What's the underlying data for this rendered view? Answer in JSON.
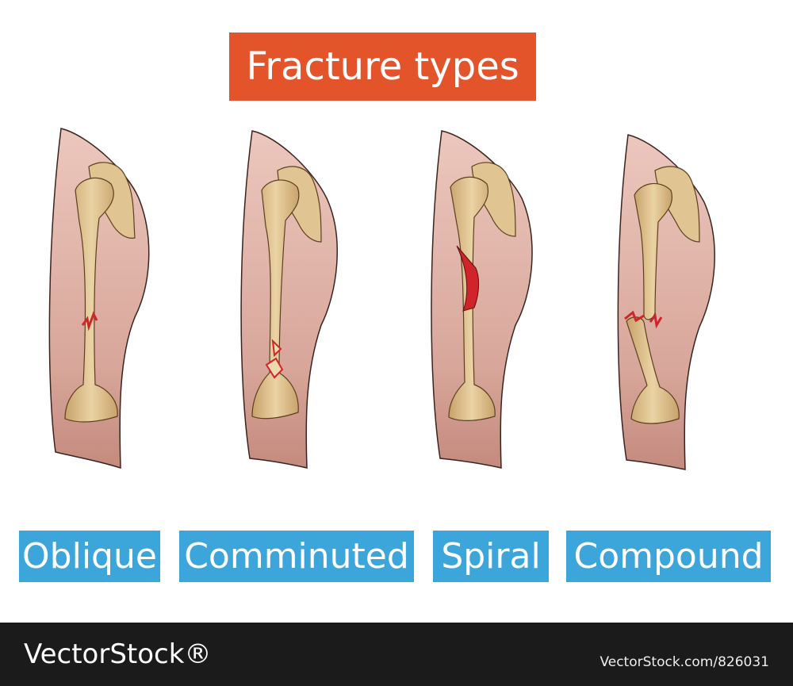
{
  "title": "Fracture types",
  "fracture_types": [
    {
      "label": "Oblique"
    },
    {
      "label": "Comminuted"
    },
    {
      "label": "Spiral"
    },
    {
      "label": "Compound"
    }
  ],
  "footer": {
    "brand": "VectorStock®",
    "stock_id": "VectorStock.com/826031"
  },
  "colors": {
    "title_bg": "#e4542a",
    "label_bg": "#3ca6da",
    "skin": "#d9a39b",
    "bone": "#e0c592",
    "fracture": "#d0232a",
    "footer_bg": "#1b1b1b"
  }
}
